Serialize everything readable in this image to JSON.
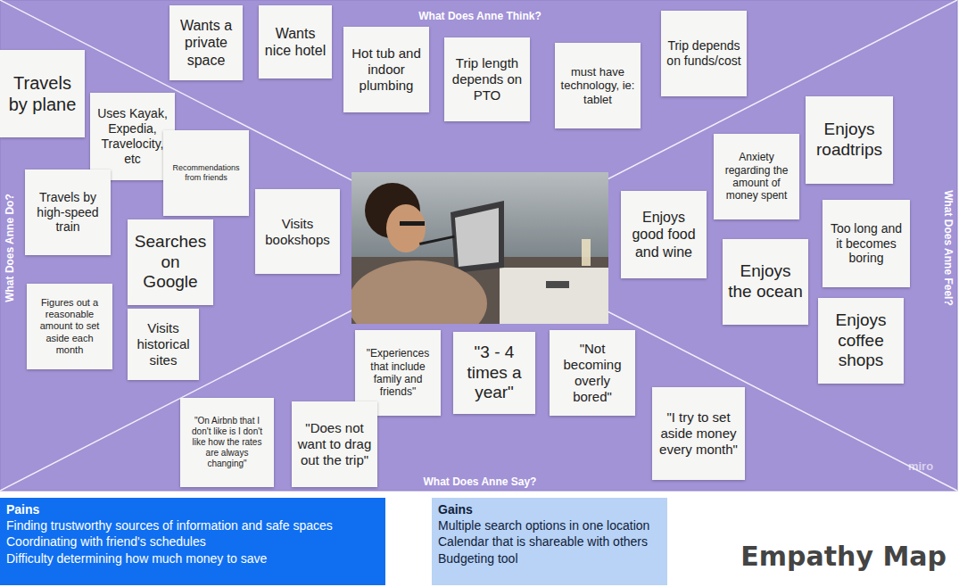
{
  "diagram": {
    "title": "Empathy Map",
    "nodes": [
      {
        "text": [
          "Wants a private space"
        ]
      },
      {
        "text": [
          "Wants nice hotel"
        ]
      },
      {
        "text": [
          "Hot tub and indoor plumbing"
        ]
      },
      {
        "text": [
          "Trip length depends on PTO"
        ]
      },
      {
        "text": [
          "must have technology, ie: tablet"
        ]
      },
      {
        "text": [
          "Trip depends on funds/cost"
        ]
      },
      {
        "text": [
          "Travels by plane"
        ]
      },
      {
        "text": [
          "Uses Kayak, Expedia, Travelocity, etc"
        ]
      },
      {
        "text": [
          "Recommendations from friends"
        ]
      },
      {
        "text": [
          "Travels by high-speed train"
        ]
      },
      {
        "text": [
          "Searches on Google"
        ]
      },
      {
        "text": [
          "Visits bookshops"
        ]
      },
      {
        "text": [
          "Figures out a reasonable amount to set aside each month"
        ]
      },
      {
        "text": [
          "Visits historical sites"
        ]
      },
      {
        "text": [
          "Enjoys roadtrips"
        ]
      },
      {
        "text": [
          "Anxiety regarding the amount of money spent"
        ]
      },
      {
        "text": [
          "Enjoys good food and wine"
        ]
      },
      {
        "text": [
          "Too long and it becomes boring"
        ]
      },
      {
        "text": [
          "Enjoys the ocean"
        ]
      },
      {
        "text": [
          "Enjoys coffee shops"
        ]
      },
      {
        "text": [
          "\"Experiences that include family and friends\""
        ]
      },
      {
        "text": [
          "\"3 - 4 times a year\""
        ]
      },
      {
        "text": [
          "\"Not becoming overly bored\""
        ]
      },
      {
        "text": [
          "\"I try to set aside money every month\""
        ]
      },
      {
        "text": [
          "\"On Airbnb that I don't like is I don't like how the rates are always changing\""
        ]
      },
      {
        "text": [
          "\"Does not want to drag out the trip\""
        ]
      },
      {
        "text": [
          "Pains",
          "Finding trustworthy sources of information and safe spaces",
          "Coordinating with friend's schedules",
          "Difficulty determining how much money to save"
        ]
      },
      {
        "text": [
          "Gains",
          "Multiple search options in one location",
          "Calendar that is shareable with others",
          "Budgeting tool"
        ]
      }
    ],
    "labels": [
      "What Does Anne Think?",
      "What Does Anne Do?",
      "What Does Anne Feel?",
      "What Does Anne Say?",
      "miro"
    ]
  }
}
